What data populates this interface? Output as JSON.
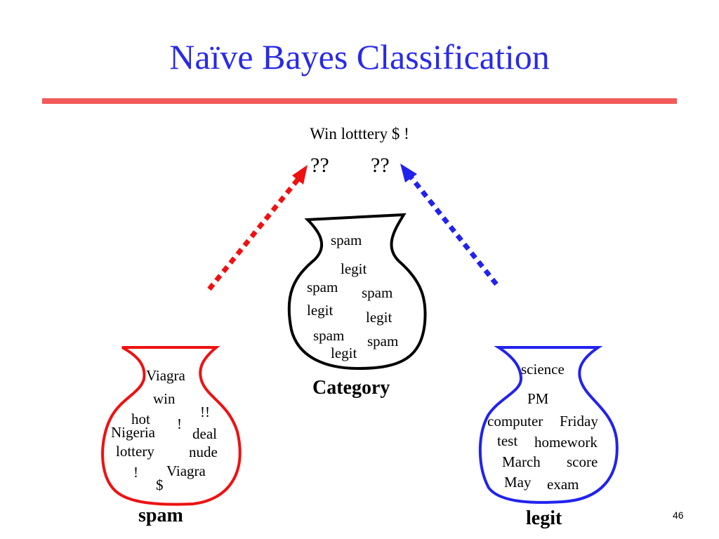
{
  "title": "Naïve Bayes Classification",
  "query": {
    "text": "Win lotttery $ !",
    "unknown_left": "??",
    "unknown_right": "??"
  },
  "category_jar": {
    "caption": "Category",
    "words": [
      "spam",
      "legit",
      "spam",
      "spam",
      "legit",
      "legit",
      "spam",
      "spam",
      "legit"
    ]
  },
  "spam_jar": {
    "caption": "spam",
    "words": [
      "Viagra",
      "win",
      "hot",
      "!!",
      "!",
      "Nigeria",
      "deal",
      "lottery",
      "nude",
      "!",
      "Viagra",
      "$"
    ]
  },
  "legit_jar": {
    "caption": "legit",
    "words": [
      "science",
      "PM",
      "computer",
      "Friday",
      "test",
      "homework",
      "March",
      "score",
      "May",
      "exam"
    ]
  },
  "colors": {
    "title": "#2a2ae8",
    "rule": "#f25a5a",
    "spam": "#ee1111",
    "legit": "#2222ee",
    "category": "#000000"
  },
  "page_number": "46"
}
